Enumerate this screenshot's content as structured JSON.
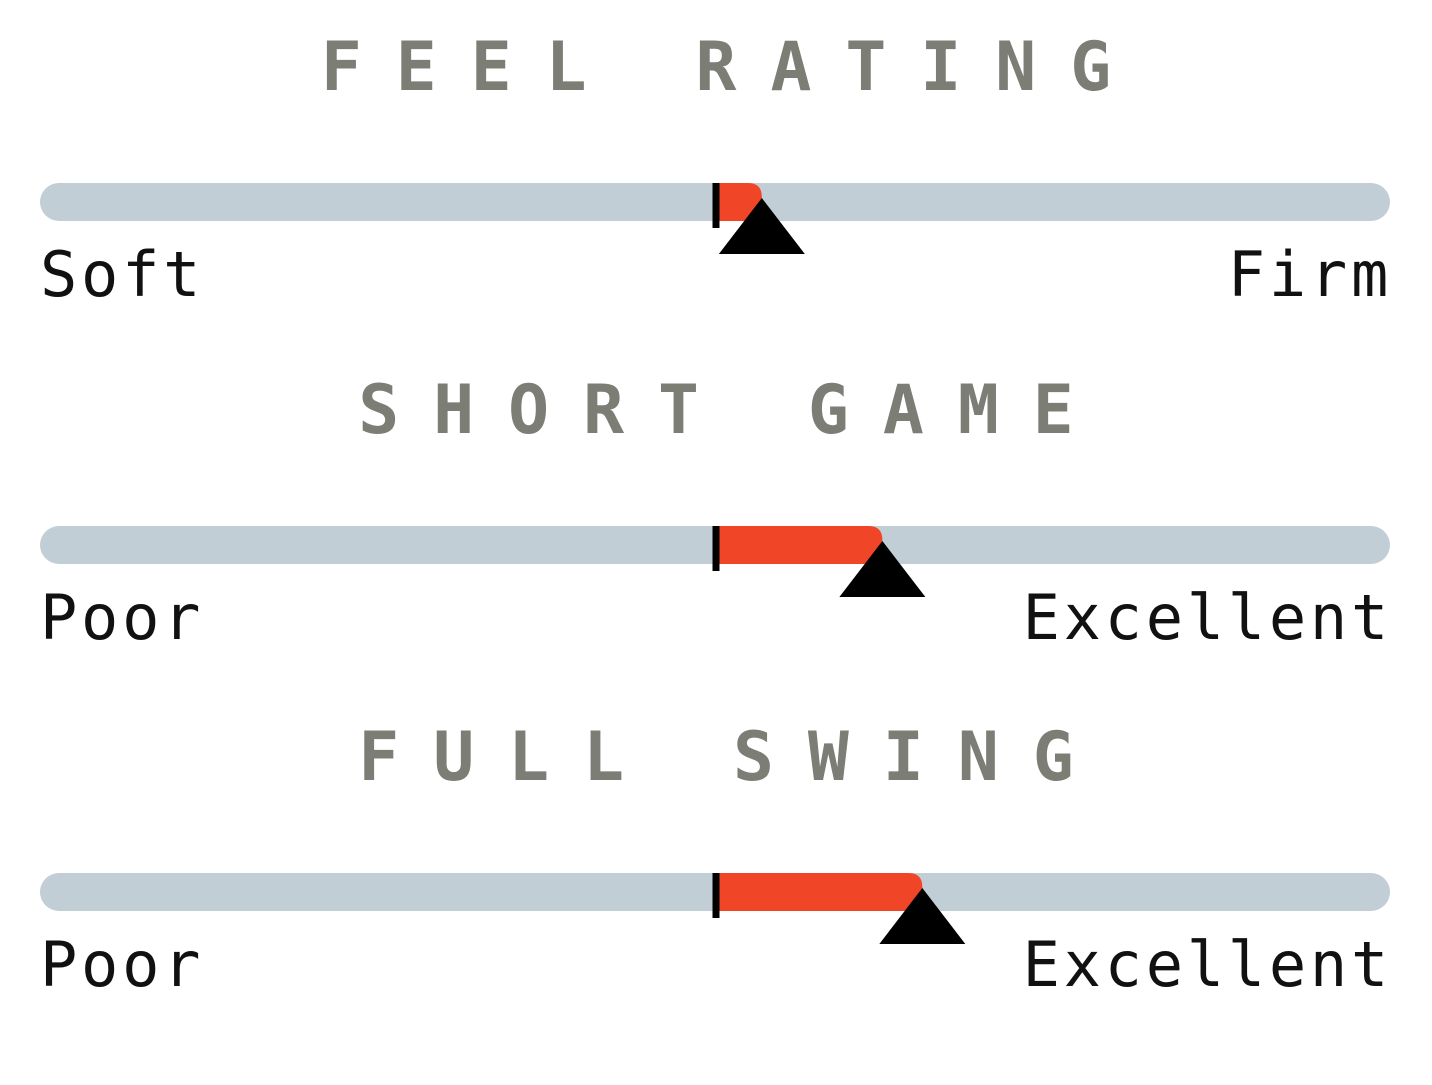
{
  "colors": {
    "title": "#7c7d75",
    "track": "#c2ced6",
    "fill": "#f04526",
    "marker": "#000000",
    "label": "#111111"
  },
  "ratings": [
    {
      "title": "FEEL RATING",
      "low_label": "Soft",
      "high_label": "Firm",
      "value": 0.07
    },
    {
      "title": "SHORT GAME",
      "low_label": "Poor",
      "high_label": "Excellent",
      "value": 0.254
    },
    {
      "title": "FULL SWING",
      "low_label": "Poor",
      "high_label": "Excellent",
      "value": 0.315
    }
  ],
  "chart_data": [
    {
      "type": "bar",
      "title": "FEEL RATING",
      "min_label": "Soft",
      "max_label": "Firm",
      "value": 0.07,
      "range": [
        -1,
        1
      ]
    },
    {
      "type": "bar",
      "title": "SHORT GAME",
      "min_label": "Poor",
      "max_label": "Excellent",
      "value": 0.254,
      "range": [
        -1,
        1
      ]
    },
    {
      "type": "bar",
      "title": "FULL SWING",
      "min_label": "Poor",
      "max_label": "Excellent",
      "value": 0.315,
      "range": [
        -1,
        1
      ]
    }
  ]
}
